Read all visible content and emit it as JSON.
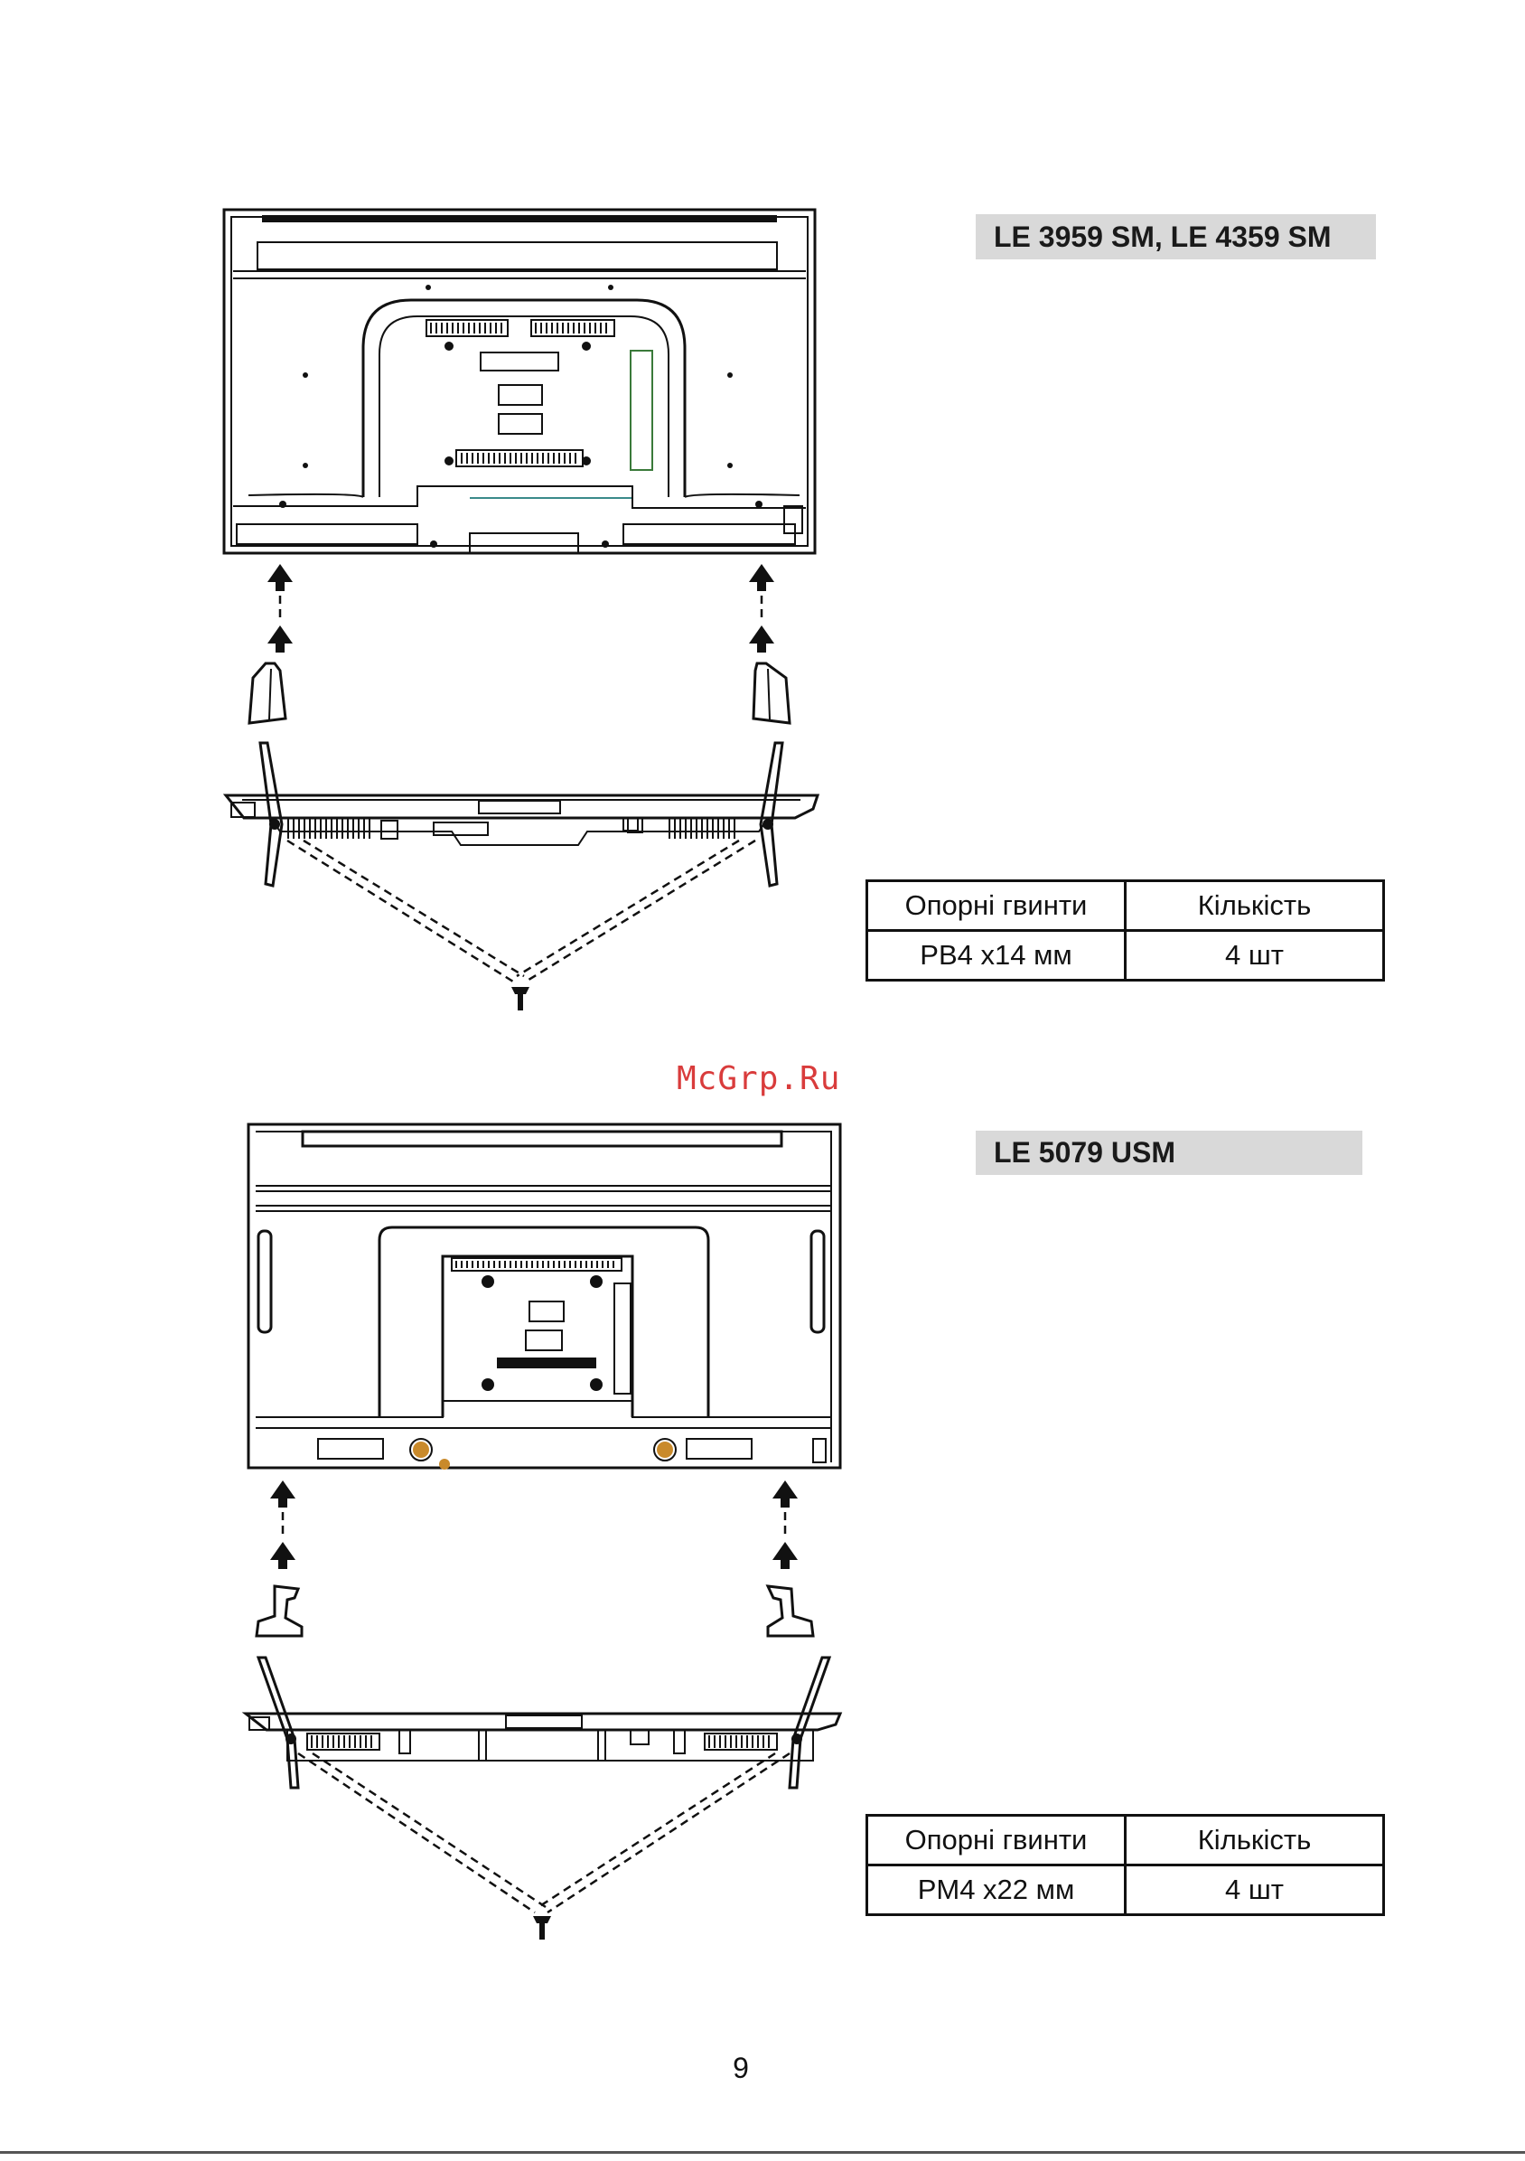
{
  "sections": [
    {
      "model": "LE 3959 SM, LE 4359 SM",
      "table": {
        "headers": [
          "Опорні гвинти",
          "Кількість"
        ],
        "rows": [
          [
            "PB4 x14 мм",
            "4 шт"
          ]
        ]
      }
    },
    {
      "model": "LE 5079 USM",
      "table": {
        "headers": [
          "Опорні гвинти",
          "Кількість"
        ],
        "rows": [
          [
            "PM4 x22 мм",
            "4 шт"
          ]
        ]
      }
    }
  ],
  "watermark": "McGrp.Ru",
  "page_number": "9"
}
